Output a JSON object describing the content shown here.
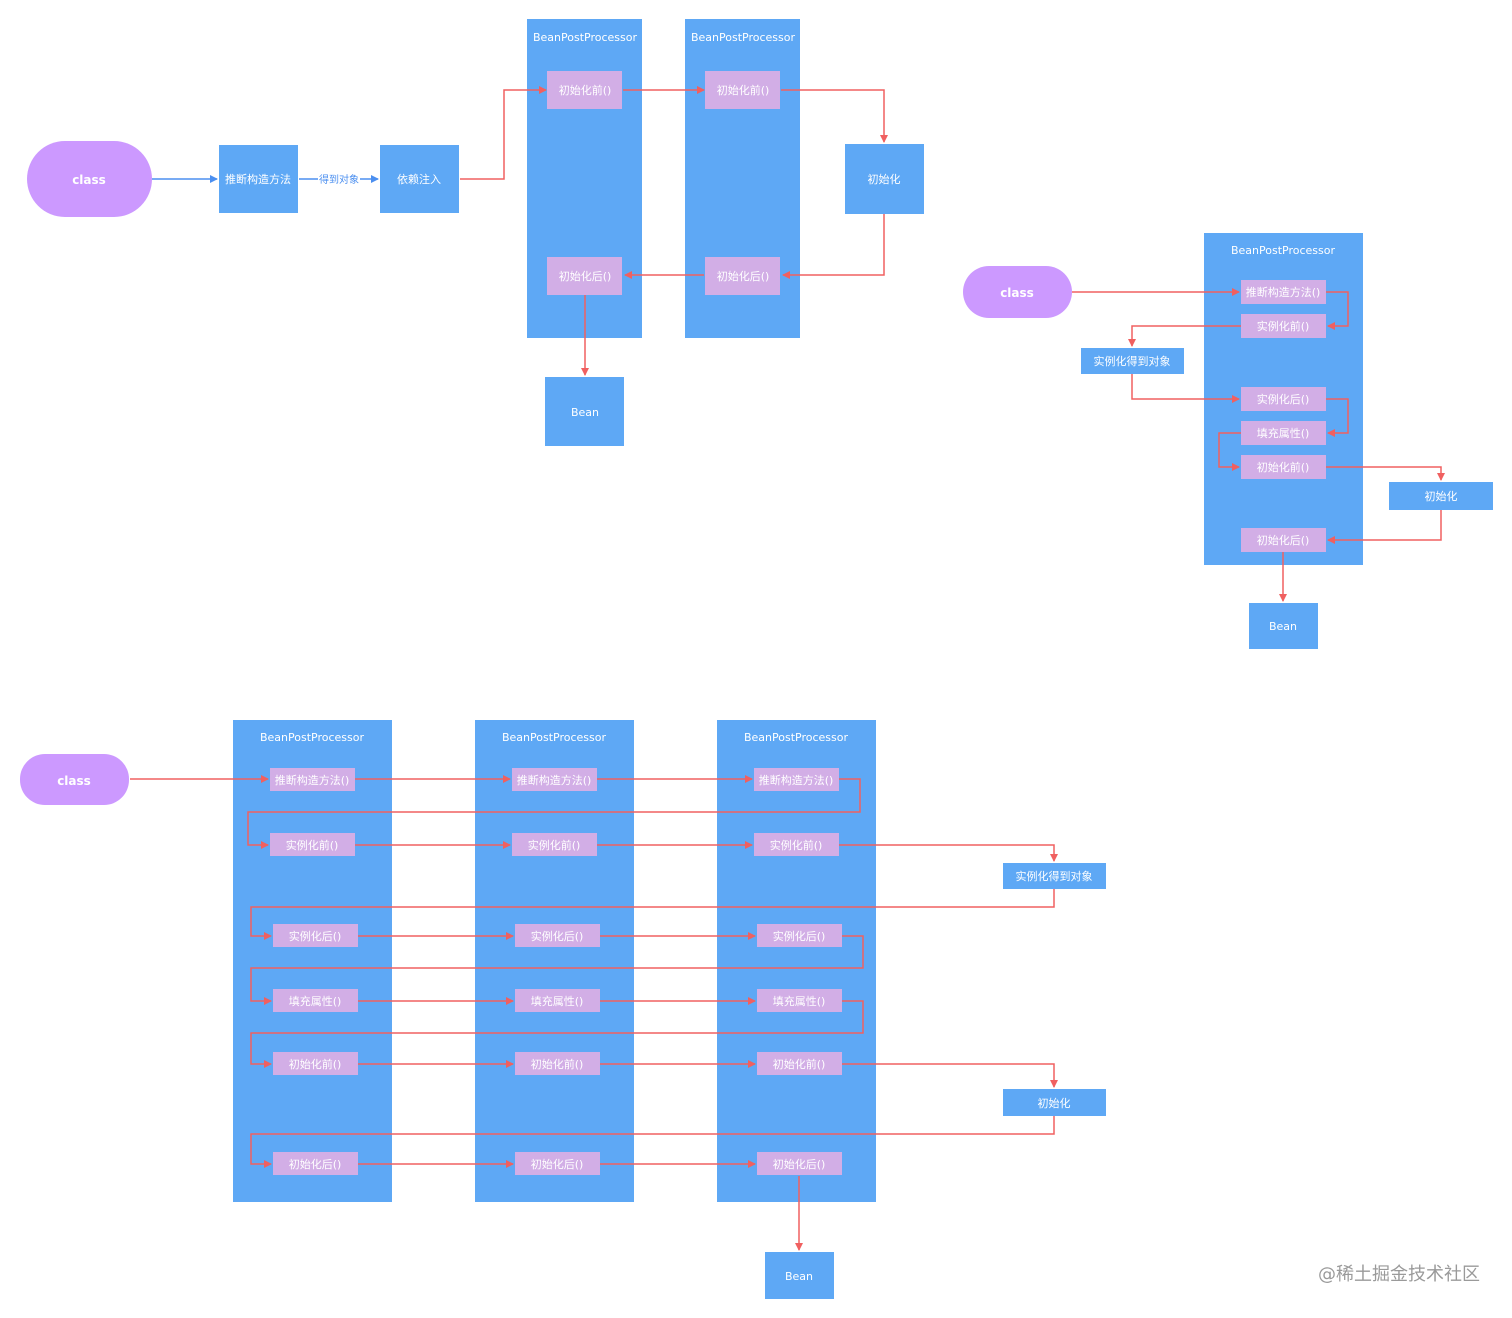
{
  "colors": {
    "box": "#5ea8f5",
    "step": "#d2aee6",
    "class_node": "#cc99ff",
    "red_line": "#f06060",
    "blue_line": "#4b8ff0"
  },
  "diagram1": {
    "class_label": "class",
    "constructor_label": "推断构造方法",
    "edge_label": "得到对象",
    "inject_label": "依赖注入",
    "bpp1_title": "BeanPostProcessor",
    "bpp2_title": "BeanPostProcessor",
    "bpp1_before": "初始化前()",
    "bpp1_after": "初始化后()",
    "bpp2_before": "初始化前()",
    "bpp2_after": "初始化后()",
    "init_label": "初始化",
    "bean_label": "Bean"
  },
  "diagram2": {
    "class_label": "class",
    "bpp_title": "BeanPostProcessor",
    "steps": [
      "推断构造方法()",
      "实例化前()",
      "实例化后()",
      "填充属性()",
      "初始化前()",
      "初始化后()"
    ],
    "instantiate_label": "实例化得到对象",
    "init_label": "初始化",
    "bean_label": "Bean"
  },
  "diagram3": {
    "class_label": "class",
    "bpp_titles": [
      "BeanPostProcessor",
      "BeanPostProcessor",
      "BeanPostProcessor"
    ],
    "steps": [
      "推断构造方法()",
      "实例化前()",
      "实例化后()",
      "填充属性()",
      "初始化前()",
      "初始化后()"
    ],
    "instantiate_label": "实例化得到对象",
    "init_label": "初始化",
    "bean_label": "Bean"
  },
  "watermark": "@稀土掘金技术社区"
}
